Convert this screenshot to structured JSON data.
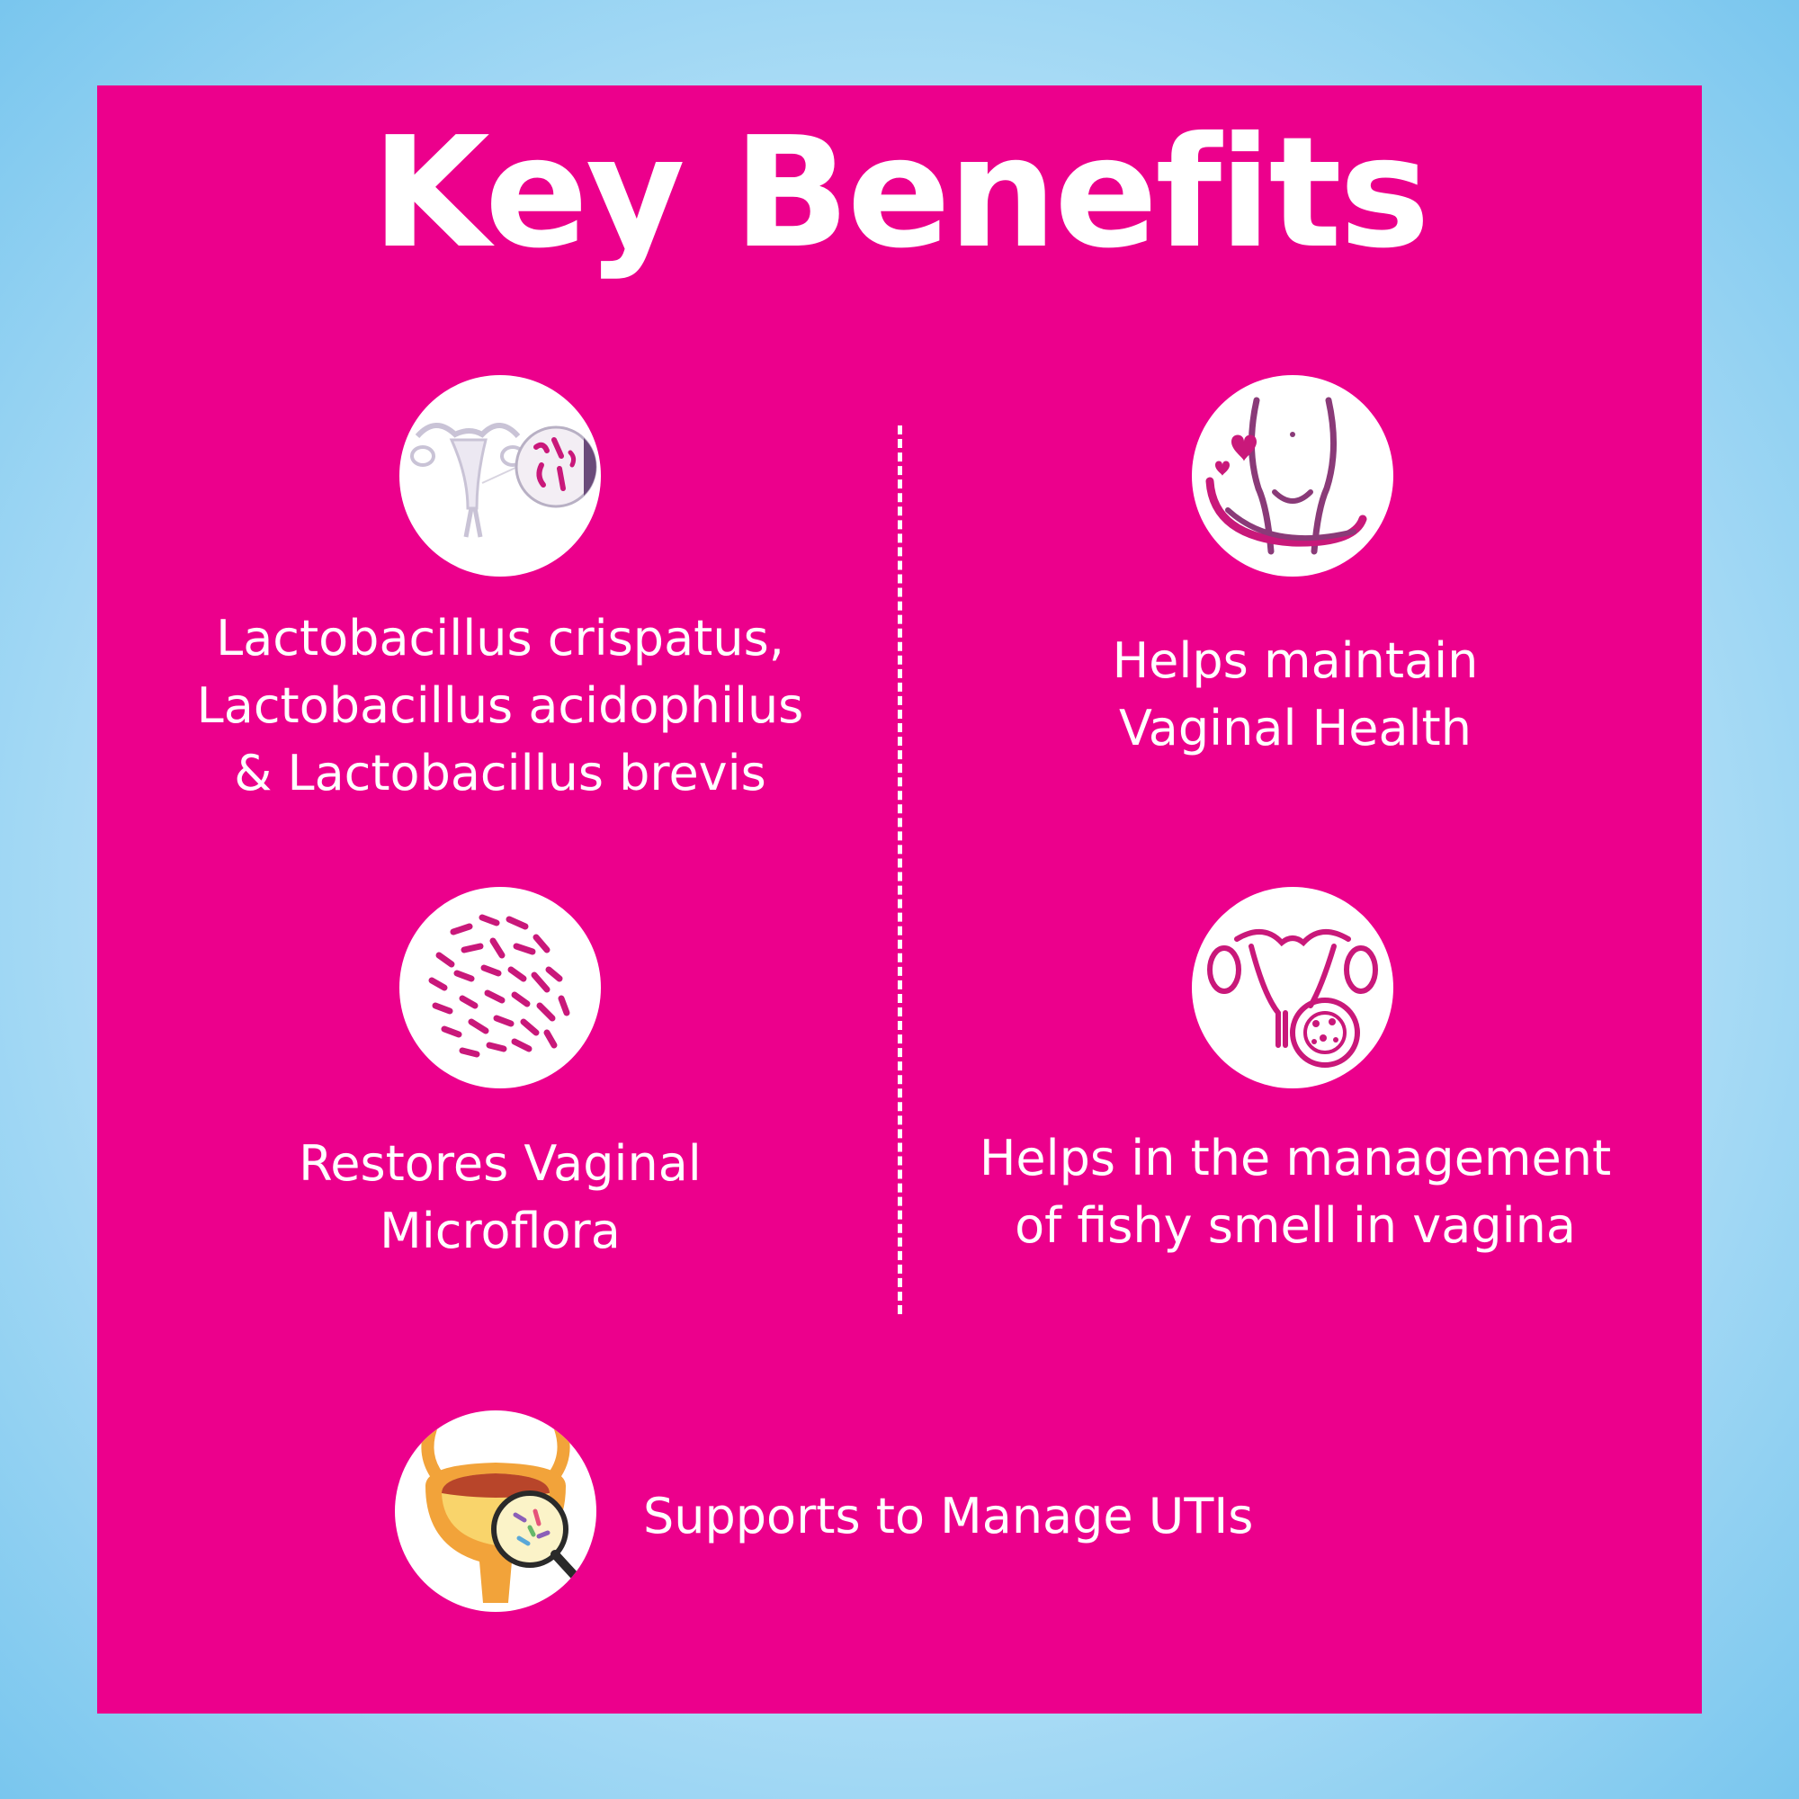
{
  "title": "Key Benefits",
  "colors": {
    "panel": "#ec008c",
    "background": "#a9dcf6",
    "text": "#ffffff",
    "icon_accent": "#c9187a"
  },
  "benefits": [
    {
      "icon": "reproductive-system-lactobacillus-icon",
      "lines": [
        "Lactobacillus crispatus,",
        "Lactobacillus acidophilus",
        "& Lactobacillus brevis"
      ]
    },
    {
      "icon": "woman-pelvis-heart-icon",
      "lines": [
        "Helps maintain",
        "Vaginal Health"
      ]
    },
    {
      "icon": "bacteria-cluster-icon",
      "lines": [
        "Restores Vaginal",
        "Microflora"
      ]
    },
    {
      "icon": "uterus-magnified-bacteria-icon",
      "lines": [
        "Helps in the management",
        "of fishy smell in vagina"
      ]
    },
    {
      "icon": "bladder-magnifier-icon",
      "lines": [
        "Supports to Manage UTIs"
      ]
    }
  ]
}
